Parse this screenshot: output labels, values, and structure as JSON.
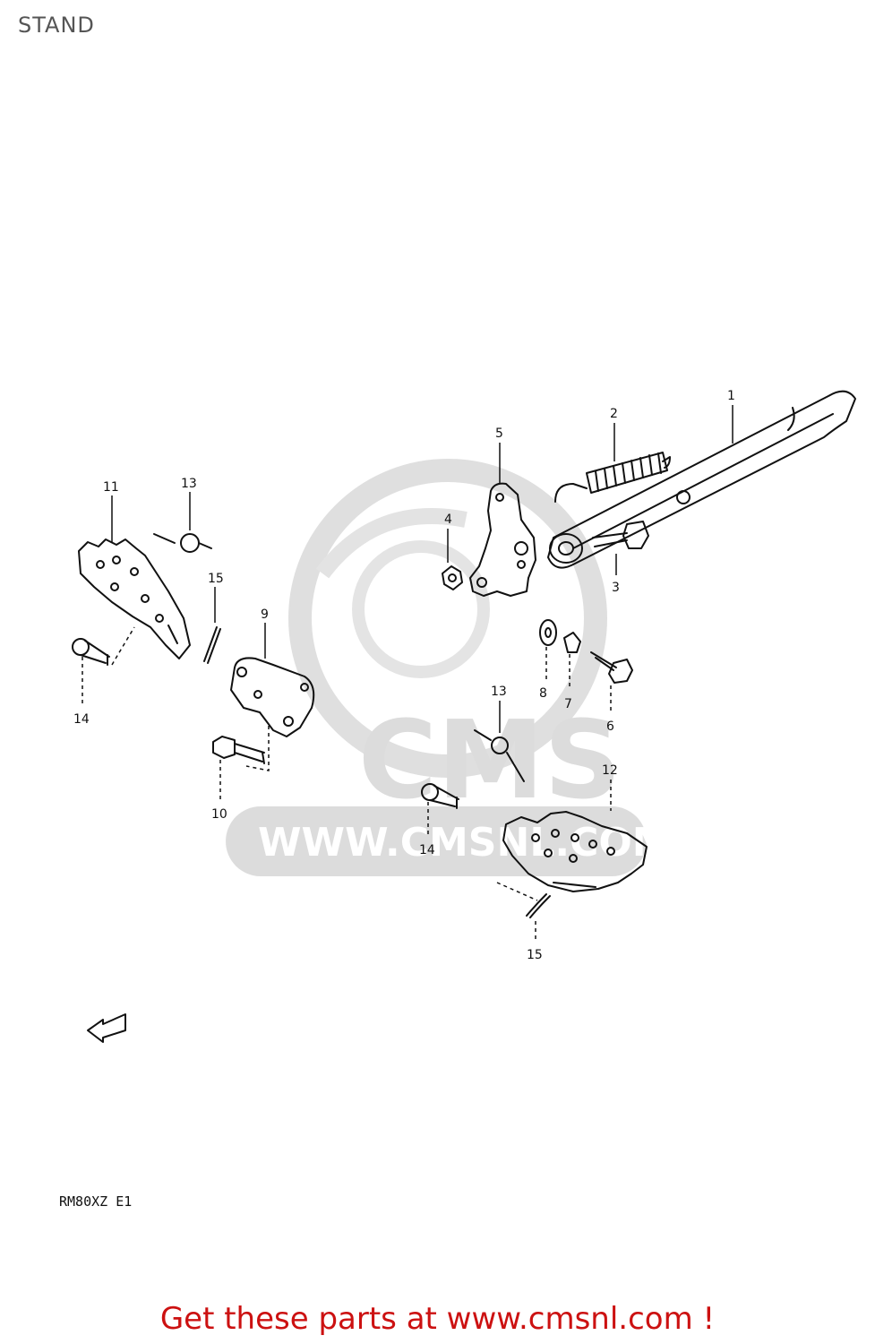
{
  "page": {
    "title": "STAND",
    "model_code": "RM80XZ E1",
    "footer_link": "Get these parts at www.cmsnl.com !"
  },
  "watermark": {
    "logo_text": "CMS",
    "url_text": "WWW.CMSNL.COM"
  },
  "colors": {
    "ink": "#111111",
    "title": "#555555",
    "footer": "#cc1111",
    "watermark": "#d9d9d9"
  },
  "callouts": {
    "c1": "1",
    "c2": "2",
    "c3": "3",
    "c4": "4",
    "c5": "5",
    "c6": "6",
    "c7": "7",
    "c8": "8",
    "c9": "9",
    "c10": "10",
    "c11": "11",
    "c12": "12",
    "c13a": "13",
    "c13b": "13",
    "c14a": "14",
    "c14b": "14",
    "c15a": "15",
    "c15b": "15"
  }
}
